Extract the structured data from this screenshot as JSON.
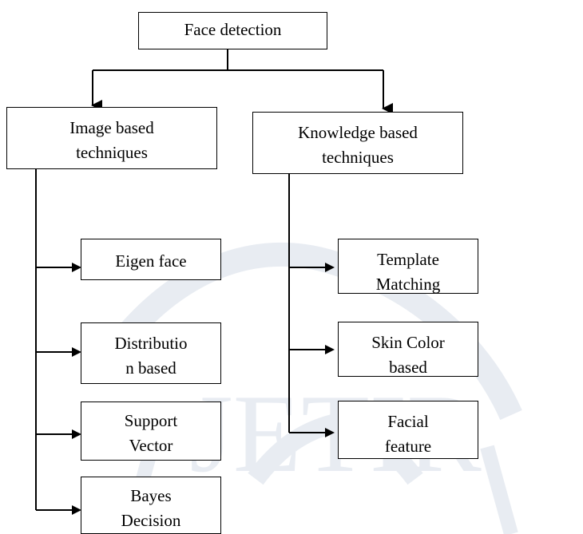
{
  "root": {
    "label": "Face detection"
  },
  "branches": [
    {
      "label": [
        "Image based",
        "techniques"
      ],
      "children": [
        [
          "Eigen face"
        ],
        [
          "Distributio",
          "n based"
        ],
        [
          "Support",
          "Vector"
        ],
        [
          "Bayes",
          "Decision"
        ]
      ]
    },
    {
      "label": [
        "Knowledge based",
        "techniques"
      ],
      "children": [
        [
          "Template",
          "Matching"
        ],
        [
          "Skin Color",
          "based"
        ],
        [
          "Facial",
          "feature"
        ]
      ]
    }
  ],
  "watermark": {
    "text": "JETIR",
    "color": "#d6dde8"
  }
}
